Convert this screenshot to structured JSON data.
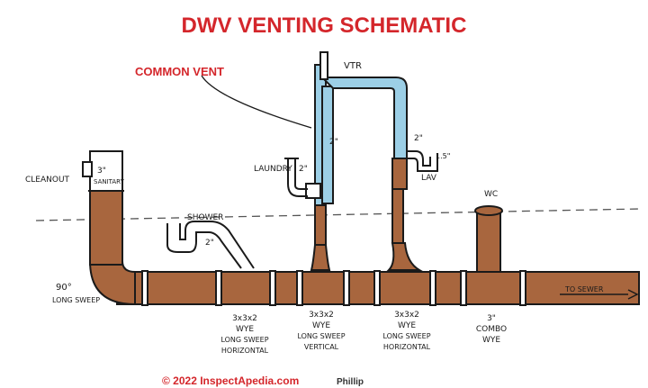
{
  "title": "DWV VENTING SCHEMATIC",
  "callout": "COMMON VENT",
  "labels": {
    "vtr": "VTR",
    "cleanout": "CLEANOUT",
    "cleanout_size": "3\"",
    "cleanout_sanitary": "SANITARY",
    "vent_size": "2\"",
    "vent2_size": "2\"",
    "laundry": "LAUNDRY",
    "laundry_size": "2\"",
    "lav_size": "1.5\"",
    "lav": "LAV",
    "shower": "SHOWER",
    "shower_size": "2\"",
    "wc": "WC",
    "elbow_size": "90°",
    "elbow_desc": "LONG SWEEP",
    "sewer": "TO SEWER",
    "fit1_size": "3x3x2",
    "fit1_type": "WYE",
    "fit1_sweep": "LONG SWEEP",
    "fit1_orient": "HORIZONTAL",
    "fit2_size": "3x3x2",
    "fit2_type": "WYE",
    "fit2_sweep": "LONG SWEEP",
    "fit2_orient": "VERTICAL",
    "fit3_size": "3x3x2",
    "fit3_type": "WYE",
    "fit3_sweep": "LONG SWEEP",
    "fit3_orient": "HORIZONTAL",
    "fit4_size": "3\"",
    "fit4_type": "COMBO",
    "fit4_desc": "WYE"
  },
  "footer": {
    "copyright": "© 2022 InspectApedia.com",
    "author": "Phillip"
  },
  "colors": {
    "title": "#d4262b",
    "drain_pipe": "#a8663e",
    "vent_pipe": "#9ccfe6",
    "outline": "#1a1a1a"
  }
}
